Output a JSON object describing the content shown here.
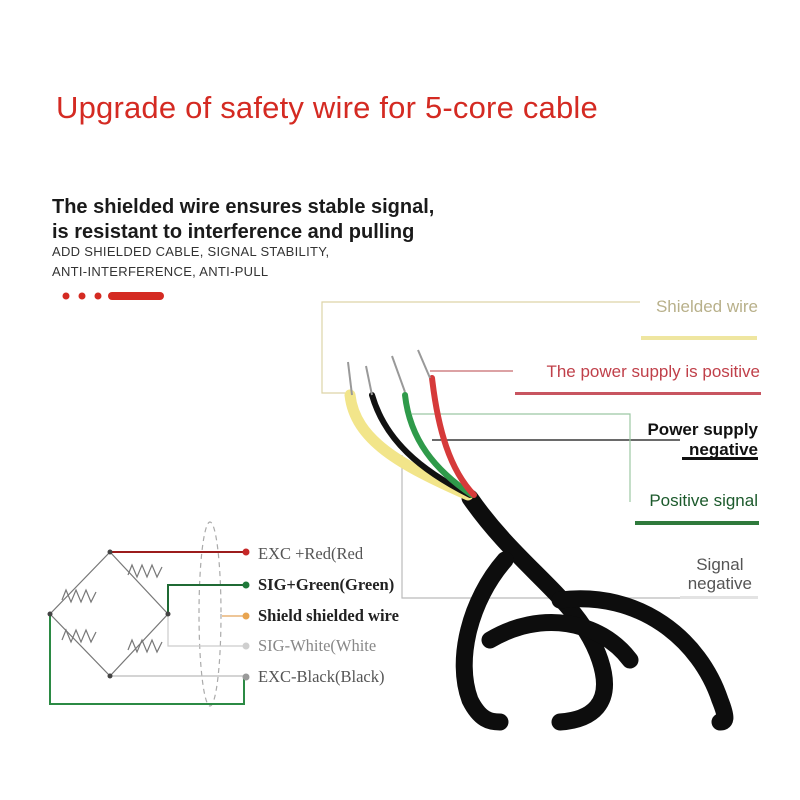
{
  "title": "Upgrade of safety wire for 5-core cable",
  "intro": {
    "line1": "The shielded wire ensures stable signal,",
    "line2": "is resistant to interference and pulling",
    "line3": "ADD SHIELDED CABLE, SIGNAL STABILITY,",
    "line4": "ANTI-INTERFERENCE, ANTI-PULL"
  },
  "callouts": {
    "shielded_wire": "Shielded wire",
    "power_positive": "The power supply is positive",
    "power_negative_1": "Power supply",
    "power_negative_2": "negative",
    "positive_signal": "Positive signal",
    "signal_negative_1": "Signal",
    "signal_negative_2": "negative"
  },
  "wiring": {
    "exc_red": "EXC +Red(Red",
    "sig_green": "SIG+Green(Green)",
    "shield": "Shield shielded wire",
    "sig_white": "SIG-White(White",
    "exc_black": "EXC-Black(Black)"
  },
  "colors": {
    "title": "#d42a22",
    "red_wire": "#d63a3a",
    "green_wire": "#2f9a4a",
    "yellow_wire": "#f2e58a",
    "black_wire": "#111111",
    "white_wire": "#cfcfcf"
  }
}
